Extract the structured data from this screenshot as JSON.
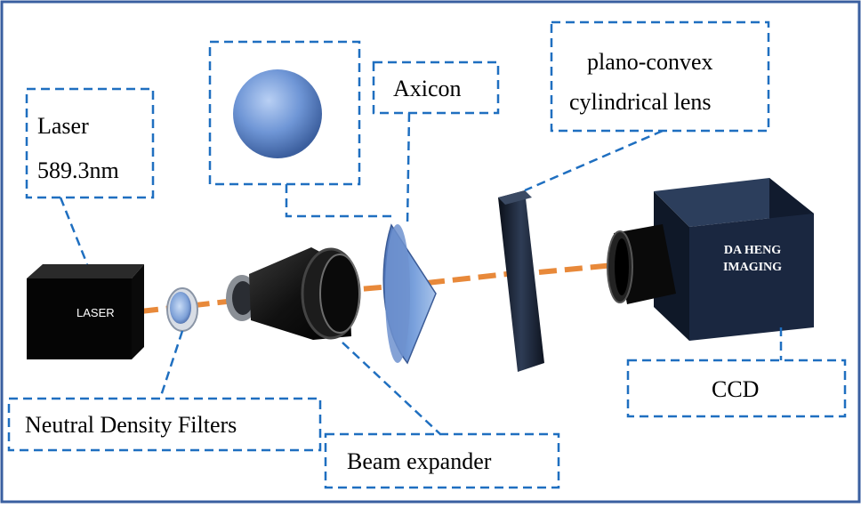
{
  "diagram": {
    "labels": {
      "laser_line1": "Laser",
      "laser_line2": "589.3nm",
      "axicon": "Axicon",
      "lens_line1": "plano-convex",
      "lens_line2": "cylindrical lens",
      "nd_filters": "Neutral Density Filters",
      "beam_expander": "Beam expander",
      "ccd": "CCD"
    },
    "device_text": {
      "laser_box": "LASER",
      "camera_line1": "DA HENG",
      "camera_line2": "IMAGING"
    },
    "colors": {
      "frame": "#3a5fa0",
      "dashed_box": "#1f6fc0",
      "beam": "#e8893a",
      "axicon_blue": "#6f96d6",
      "camera_front": "#1a2740",
      "camera_top": "#2c3e5c"
    }
  }
}
